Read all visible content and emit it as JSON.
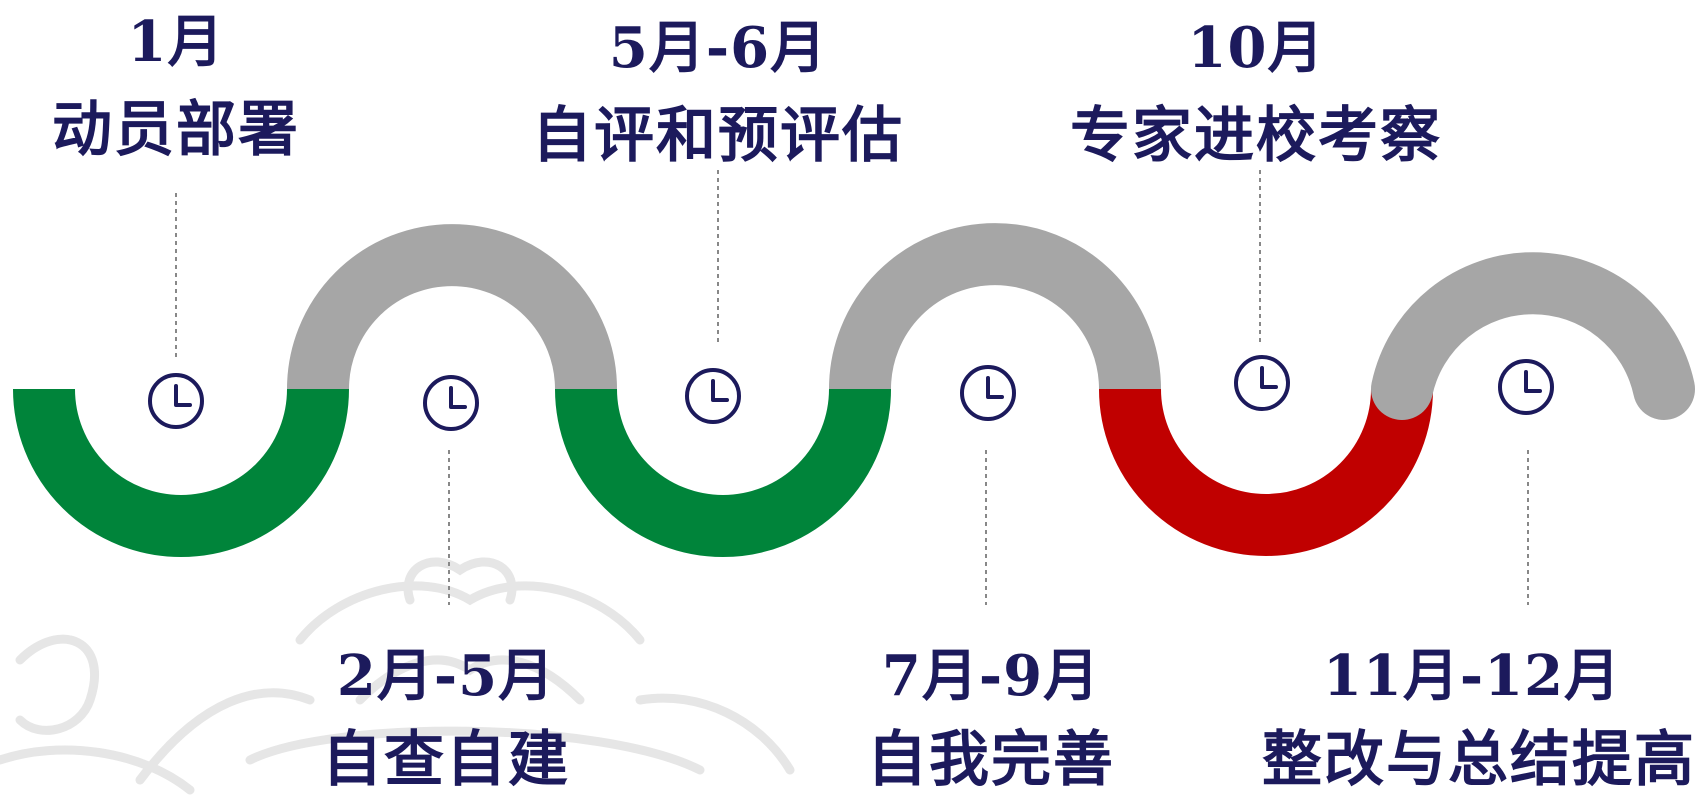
{
  "timeline": {
    "stages": [
      {
        "date": "1月",
        "title": "动员部署",
        "position": "top",
        "arc_color": "green"
      },
      {
        "date": "2月-5月",
        "title": "自查自建",
        "position": "bottom",
        "arc_color": "gray"
      },
      {
        "date": "5月-6月",
        "title": "自评和预评估",
        "position": "top",
        "arc_color": "green"
      },
      {
        "date": "7月-9月",
        "title": "自我完善",
        "position": "bottom",
        "arc_color": "gray"
      },
      {
        "date": "10月",
        "title": "专家进校考察",
        "position": "top",
        "arc_color": "red"
      },
      {
        "date": "11月-12月",
        "title": "整改与总结提高",
        "position": "bottom",
        "arc_color": "gray"
      }
    ]
  },
  "colors": {
    "green": "#00843a",
    "gray": "#a6a6a6",
    "red": "#c00000",
    "navy": "#1c1a5c",
    "connector": "#888888",
    "watermark": "#e6e6e6"
  },
  "icons": {
    "milestone": "clock-icon",
    "background": "emblem-watermark"
  }
}
